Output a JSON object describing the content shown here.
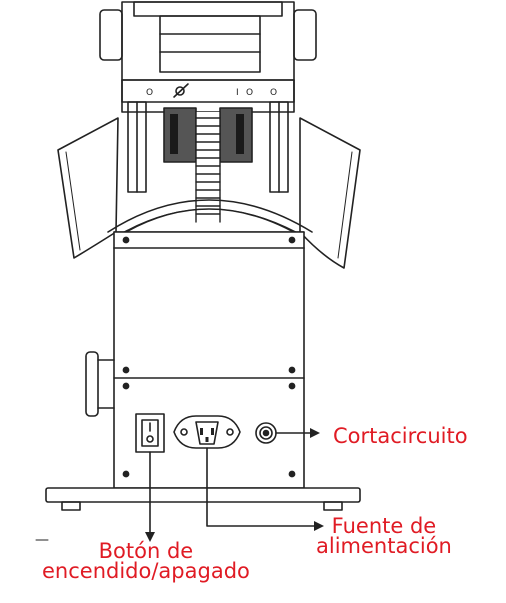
{
  "callouts": {
    "breaker": {
      "label": "Cortacircuito"
    },
    "power_inlet": {
      "line1": "Fuente de",
      "line2": "alimentación"
    },
    "power_switch": {
      "line1": "Botón de",
      "line2": "encendido/apagado"
    }
  },
  "colors": {
    "label": "#e01b24",
    "drawing_stroke": "#222222",
    "drawing_fill": "#ffffff",
    "shadow": "#555555"
  }
}
